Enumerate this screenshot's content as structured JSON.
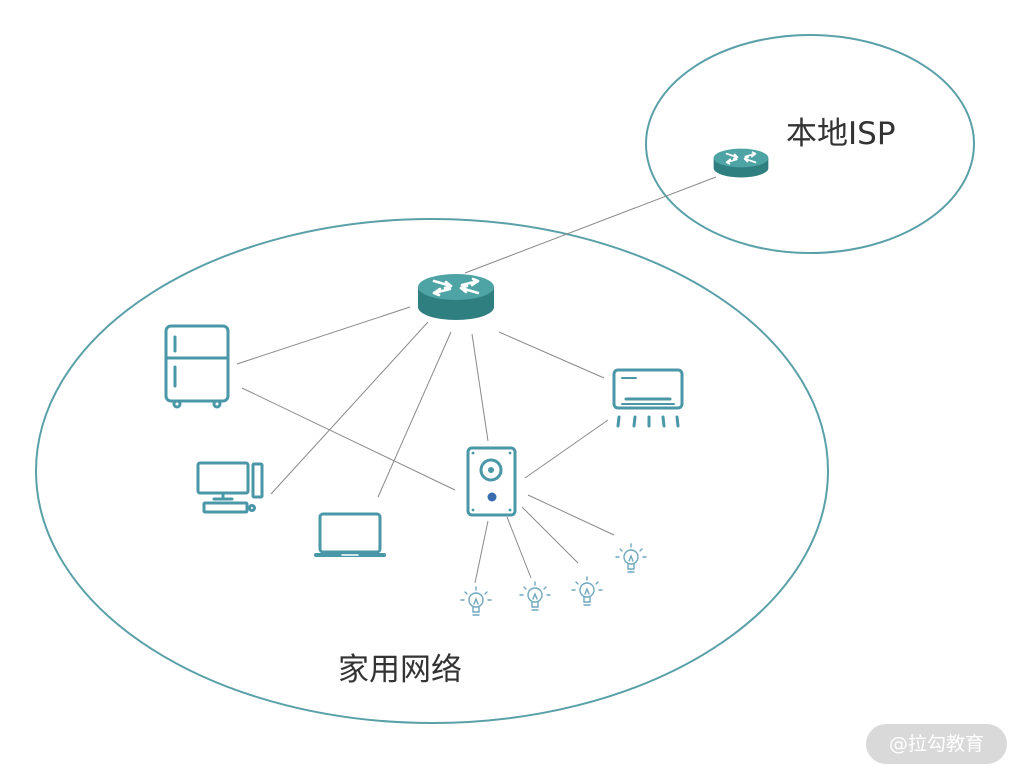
{
  "diagram": {
    "isp_zone": {
      "label": "本地ISP"
    },
    "home_zone": {
      "label": "家用网络"
    },
    "devices": {
      "isp_router": "router-icon",
      "home_router": "router-icon",
      "refrigerator": "refrigerator-icon",
      "desktop": "desktop-computer-icon",
      "laptop": "laptop-icon",
      "smart_speaker": "smart-speaker-icon",
      "air_conditioner": "air-conditioner-icon",
      "light_bulbs": [
        "light-bulb-icon",
        "light-bulb-icon",
        "light-bulb-icon",
        "light-bulb-icon"
      ]
    },
    "colors": {
      "ring": "#5aa0a8",
      "device": "#4a97a8",
      "router": "#3b8c8c",
      "bulb": "#6fa7bf"
    }
  },
  "watermark": {
    "text": "@拉勾教育"
  }
}
